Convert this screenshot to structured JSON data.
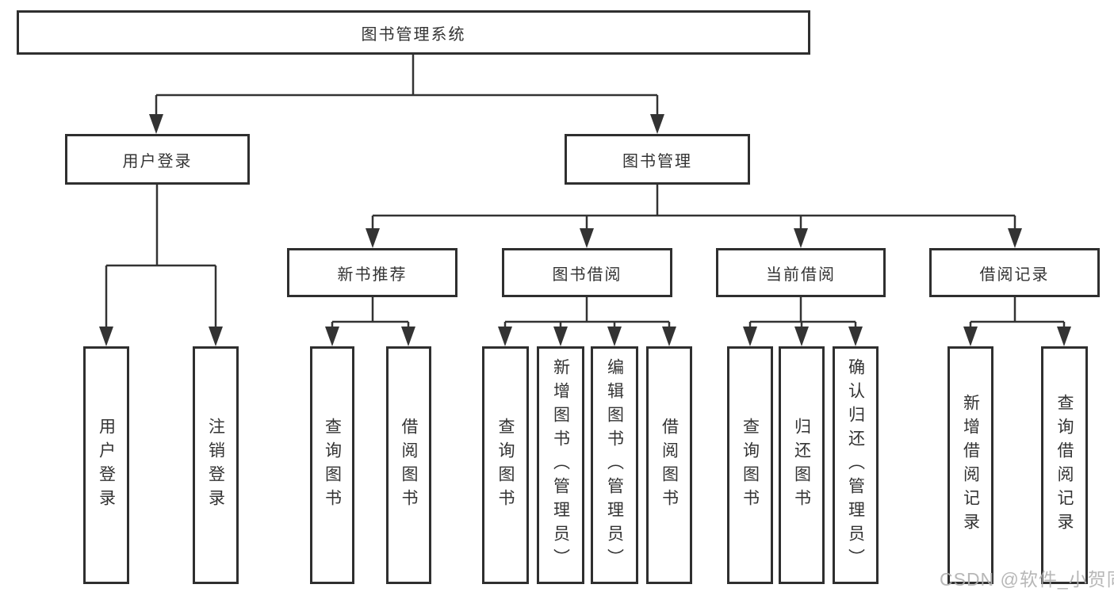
{
  "colors": {
    "line": "#333333",
    "text": "#333333",
    "box_border": "#2f2f2f",
    "box_bg": "#ffffff",
    "watermark": "#b0b0b0"
  },
  "root": {
    "label": "图书管理系统"
  },
  "level2": {
    "user_login": "用户登录",
    "book_mgmt": "图书管理"
  },
  "level3": {
    "new_books": "新书推荐",
    "book_borrow": "图书借阅",
    "current_borrow": "当前借阅",
    "borrow_records": "借阅记录"
  },
  "leaves": {
    "user_login": [
      "用户登录",
      "注销登录"
    ],
    "new_books": [
      "查询图书",
      "借阅图书"
    ],
    "book_borrow": [
      "查询图书",
      "新增图书（管理员）",
      "编辑图书（管理员）",
      "借阅图书"
    ],
    "current_borrow": [
      "查询图书",
      "归还图书",
      "确认归还（管理员）"
    ],
    "borrow_records": [
      "新增借阅记录",
      "查询借阅记录"
    ]
  },
  "watermark": "CSDN @软件_小贺同学"
}
